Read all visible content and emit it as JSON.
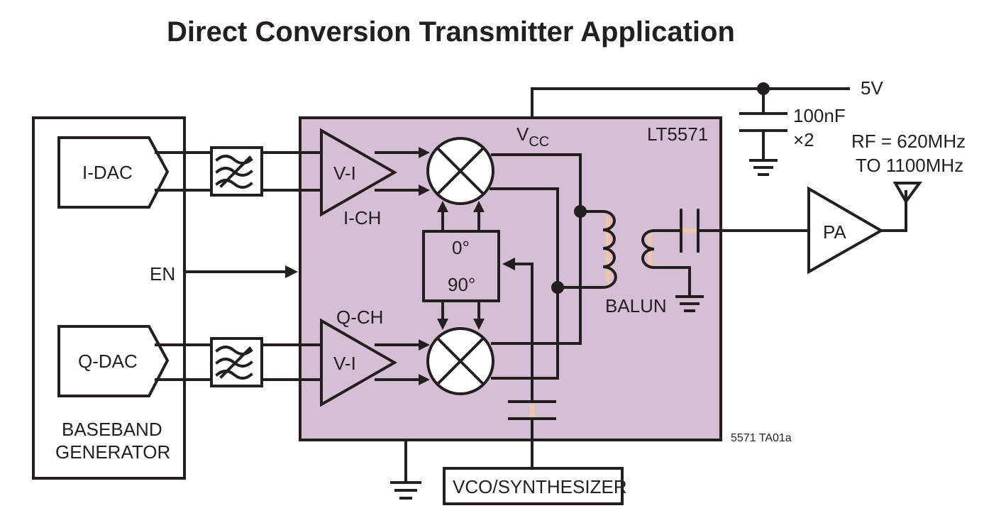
{
  "title": "Direct Conversion Transmitter Application",
  "blocks": {
    "idac": "I-DAC",
    "qdac": "Q-DAC",
    "baseband_line1": "BASEBAND",
    "baseband_line2": "GENERATOR",
    "en": "EN",
    "vi_top": "V-I",
    "vi_bottom": "V-I",
    "ich": "I-CH",
    "qch": "Q-CH",
    "phase0": "0°",
    "phase90": "90°",
    "vcc_main": "V",
    "vcc_sub": "CC",
    "chip": "LT5571",
    "balun": "BALUN",
    "supply": "5V",
    "cap_value": "100nF",
    "cap_count": "×2",
    "rf_line1": "RF = 620MHz",
    "rf_line2": "TO 1100MHz",
    "pa": "PA",
    "vco": "VCO/SYNTHESIZER",
    "figure_id": "5571 TA01a"
  },
  "colors": {
    "chip_fill": "#d5bfd4",
    "line": "#231f20",
    "highlight": "#f3c5a8"
  }
}
